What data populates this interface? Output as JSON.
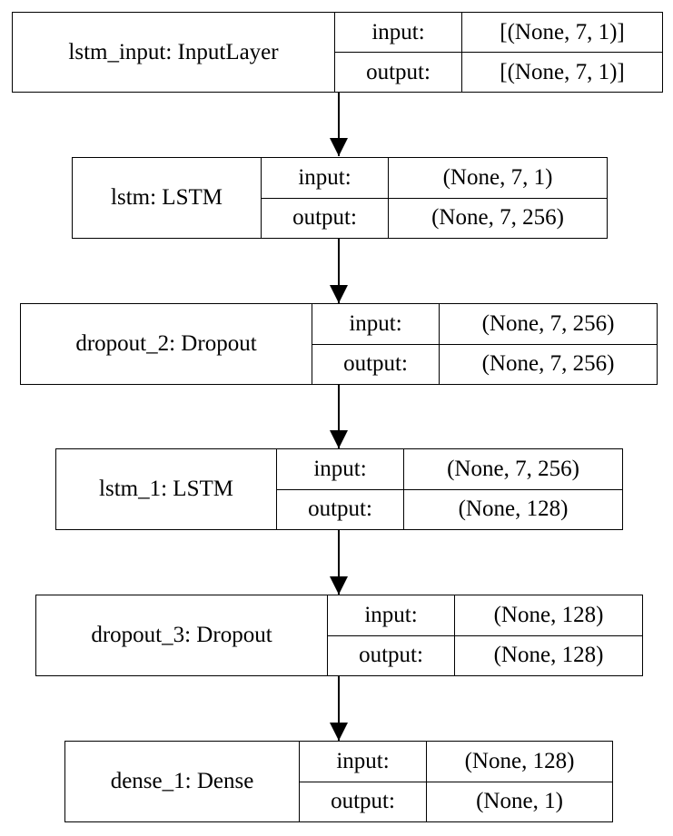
{
  "layers": [
    {
      "name": "lstm_input: InputLayer",
      "input_label": "input:",
      "output_label": "output:",
      "input_shape": "[(None, 7, 1)]",
      "output_shape": "[(None, 7, 1)]"
    },
    {
      "name": "lstm: LSTM",
      "input_label": "input:",
      "output_label": "output:",
      "input_shape": "(None, 7, 1)",
      "output_shape": "(None, 7, 256)"
    },
    {
      "name": "dropout_2: Dropout",
      "input_label": "input:",
      "output_label": "output:",
      "input_shape": "(None, 7, 256)",
      "output_shape": "(None, 7, 256)"
    },
    {
      "name": "lstm_1: LSTM",
      "input_label": "input:",
      "output_label": "output:",
      "input_shape": "(None, 7, 256)",
      "output_shape": "(None, 128)"
    },
    {
      "name": "dropout_3: Dropout",
      "input_label": "input:",
      "output_label": "output:",
      "input_shape": "(None, 128)",
      "output_shape": "(None, 128)"
    },
    {
      "name": "dense_1: Dense",
      "input_label": "input:",
      "output_label": "output:",
      "input_shape": "(None, 128)",
      "output_shape": "(None, 1)"
    }
  ]
}
